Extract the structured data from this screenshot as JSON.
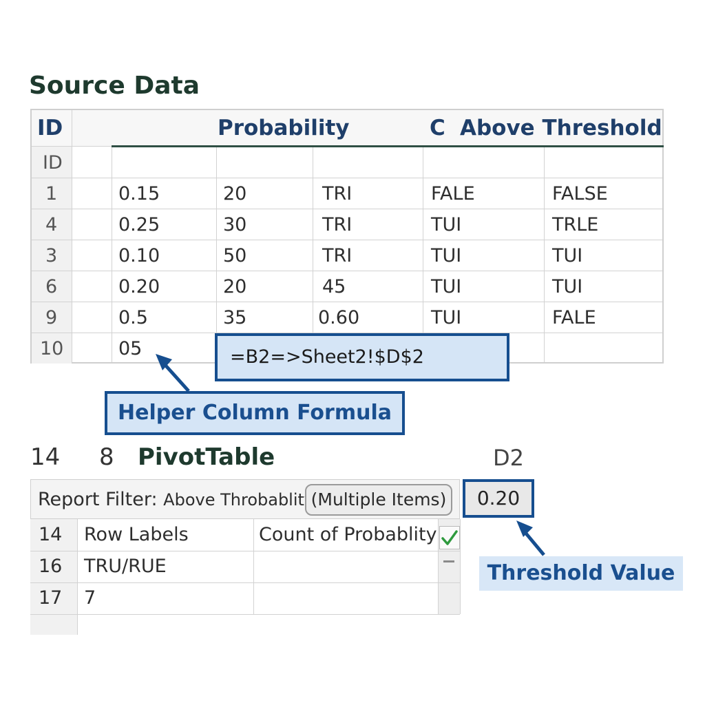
{
  "source": {
    "title": "Source Data",
    "headers": {
      "id": "ID",
      "probability": "Probability",
      "c": "C",
      "above": "Above Threshold"
    },
    "subheader_id": "ID",
    "rows": [
      {
        "num": "1",
        "c1": "0.15",
        "c2": "20",
        "c3": "TRI",
        "c4": "FALE",
        "c5": "FALSE"
      },
      {
        "num": "4",
        "c1": "0.25",
        "c2": "30",
        "c3": "TRI",
        "c4": "TUI",
        "c5": "TRLE"
      },
      {
        "num": "3",
        "c1": "0.10",
        "c2": "50",
        "c3": "TRI",
        "c4": "TUI",
        "c5": "TUI"
      },
      {
        "num": "6",
        "c1": "0.20",
        "c2": "20",
        "c3": "45",
        "c4": "TUI",
        "c5": "TUI"
      },
      {
        "num": "9",
        "c1": "0.5",
        "c2": "35",
        "c3": "0.60",
        "c4": "TUI",
        "c5": "FALE"
      },
      {
        "num": "10",
        "c1": "05",
        "c2": "",
        "c3": "",
        "c4": "",
        "c5": ""
      }
    ]
  },
  "formula": {
    "text": "=B2=>Sheet2!$D$2",
    "label": "Helper Column Formula"
  },
  "pivot": {
    "heading_num1": "14",
    "heading_num2": "8",
    "title": "PivotTable",
    "filter_label": "Report Filter:",
    "filter_field": "Above Throbablity",
    "filter_value": "(Multiple Items)",
    "rows": [
      {
        "num": "14",
        "label": "Row Labels",
        "value": "Count of Probablity"
      },
      {
        "num": "16",
        "label": "TRU/RUE",
        "value": ""
      },
      {
        "num": "17",
        "label": "7",
        "value": ""
      }
    ]
  },
  "threshold": {
    "cell_ref": "D2",
    "value": "0.20",
    "label": "Threshold Value"
  },
  "colors": {
    "accent": "#164e8f",
    "callout_fill": "#d5e5f6",
    "title_green": "#1e3a2e",
    "check_green": "#2e9a3e"
  }
}
